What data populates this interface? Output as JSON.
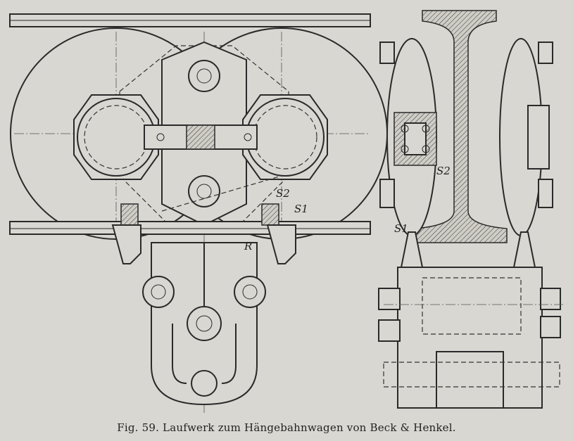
{
  "caption": "Fig. 59.  Laufwerk zum Hängebahnwagen von Beck & Henkel.",
  "labels": {
    "front_s1": "S1",
    "front_s2": "S2",
    "front_r": "R",
    "side_s1": "S1",
    "side_s2": "S2"
  }
}
